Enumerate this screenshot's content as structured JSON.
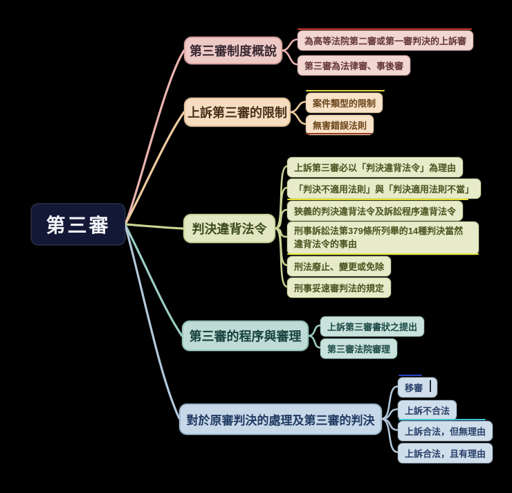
{
  "title": "第三審 mindmap",
  "root": {
    "label": "第三審",
    "bg": "#141837",
    "text_color": "#f3f4f8"
  },
  "branches": [
    {
      "label": "第三審制度概說",
      "line_color": "#eab4b0",
      "topic_bg": "#eecac7",
      "child_bg": "#f1d6d2",
      "children": [
        "為高等法院第二審或第一審判決的上訴審",
        "第三審為法律審、事後審"
      ]
    },
    {
      "label": "上訴第三審的限制",
      "line_color": "#eecb9e",
      "topic_bg": "#f6ddc0",
      "child_bg": "#f8e2c8",
      "children": [
        "案件類型的限制",
        "無害錯誤法則"
      ]
    },
    {
      "label": "判決違背法令",
      "line_color": "#c9d594",
      "topic_bg": "#e2e7c2",
      "child_bg": "#e7ebc9",
      "children": [
        "上訴第三審必以「判決違背法令」為理由",
        "「判決不適用法則」與「判決適用法則不當」",
        "狹義的判決違背法令及訴訟程序違背法令",
        "刑事訴訟法第379條所列舉的14種判決當然違背法令的事由",
        "刑法廢止、變更或免除",
        "刑事妥速審判法的規定"
      ]
    },
    {
      "label": "第三審的程序與審理",
      "line_color": "#9bcec3",
      "topic_bg": "#bedcd5",
      "child_bg": "#c9e2db",
      "children": [
        "上訴第三審書狀之提出",
        "第三審法院審理"
      ]
    },
    {
      "label": "對於原審判決的處理及第三審的判決",
      "line_color": "#b2c7d9",
      "topic_bg": "#c7d8e8",
      "child_bg": "#cfdeea",
      "children": [
        "移審",
        "上訴不合法",
        "上訴合法，但無理由",
        "上訴合法，且有理由"
      ]
    }
  ]
}
